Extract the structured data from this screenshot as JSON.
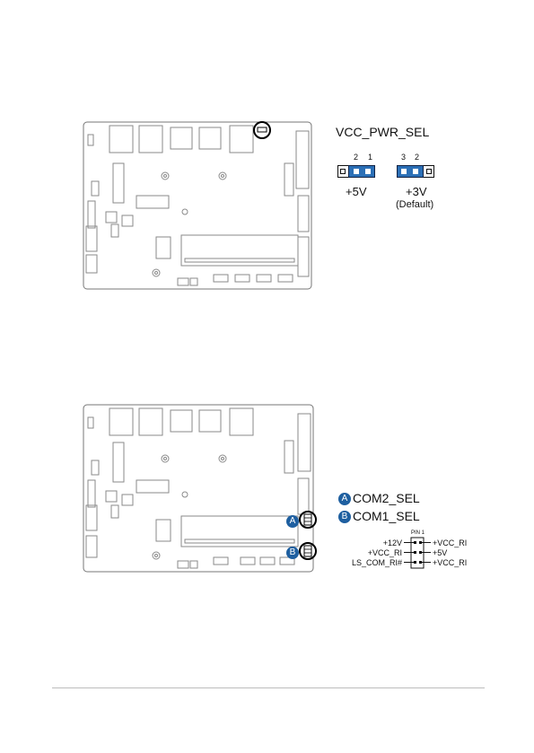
{
  "vcc": {
    "title": "VCC_PWR_SEL",
    "left_pins": {
      "a": "2",
      "b": "1"
    },
    "right_pins": {
      "a": "3",
      "b": "2"
    },
    "left_label": "+5V",
    "right_label": "+3V",
    "right_note": "(Default)"
  },
  "com": {
    "legend_a_letter": "A",
    "legend_a_text": "COM2_SEL",
    "legend_b_letter": "B",
    "legend_b_text": "COM1_SEL",
    "pin1": "PIN 1",
    "left": [
      "+12V",
      "+VCC_RI",
      "LS_COM_RI#"
    ],
    "right": [
      "+VCC_RI",
      "+5V",
      "+VCC_RI"
    ],
    "callout_a": "A",
    "callout_b": "B"
  },
  "colors": {
    "accent": "#2b6fb6",
    "badge": "#1e5fa0",
    "outline": "#888888"
  }
}
